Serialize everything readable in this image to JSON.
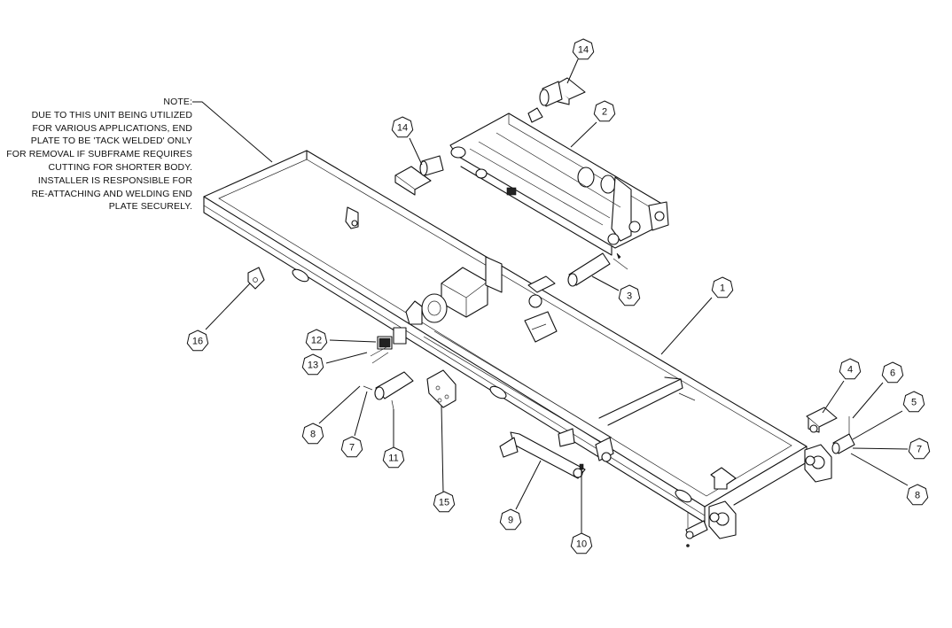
{
  "note": {
    "lines": [
      "NOTE:",
      "DUE TO THIS UNIT BEING UTILIZED",
      "FOR VARIOUS APPLICATIONS, END",
      "PLATE TO BE 'TACK WELDED' ONLY",
      "FOR REMOVAL IF SUBFRAME REQUIRES",
      "CUTTING FOR SHORTER BODY.",
      "INSTALLER IS RESPONSIBLE FOR",
      "RE-ATTACHING AND WELDING END",
      "PLATE SECURELY."
    ]
  },
  "callouts": [
    {
      "id": "callout-14-top",
      "label": "14"
    },
    {
      "id": "callout-2",
      "label": "2"
    },
    {
      "id": "callout-14-left",
      "label": "14"
    },
    {
      "id": "callout-3",
      "label": "3"
    },
    {
      "id": "callout-1",
      "label": "1"
    },
    {
      "id": "callout-16",
      "label": "16"
    },
    {
      "id": "callout-12",
      "label": "12"
    },
    {
      "id": "callout-13",
      "label": "13"
    },
    {
      "id": "callout-8-left",
      "label": "8"
    },
    {
      "id": "callout-7-left",
      "label": "7"
    },
    {
      "id": "callout-11",
      "label": "11"
    },
    {
      "id": "callout-15",
      "label": "15"
    },
    {
      "id": "callout-9",
      "label": "9"
    },
    {
      "id": "callout-10",
      "label": "10"
    },
    {
      "id": "callout-4",
      "label": "4"
    },
    {
      "id": "callout-6",
      "label": "6"
    },
    {
      "id": "callout-5",
      "label": "5"
    },
    {
      "id": "callout-7-right",
      "label": "7"
    },
    {
      "id": "callout-8-right",
      "label": "8"
    }
  ]
}
